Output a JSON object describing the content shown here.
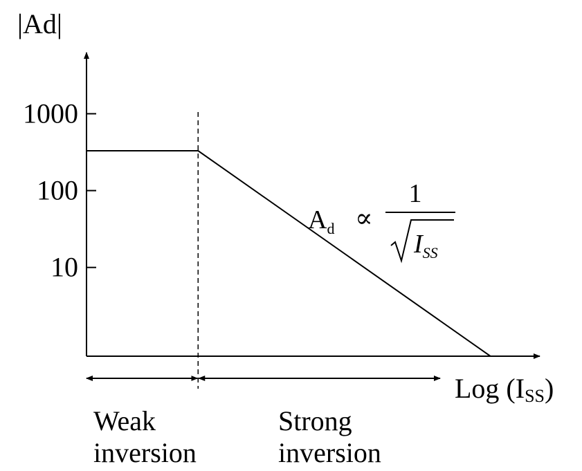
{
  "chart_data": {
    "type": "line",
    "ylabel": "|Ad|",
    "xlabel": "Log (I",
    "xlabel_sub": "SS",
    "xlabel_close": ")",
    "y_ticks": [
      {
        "value": 10,
        "label": "10"
      },
      {
        "value": 100,
        "label": "100"
      },
      {
        "value": 1000,
        "label": "1000"
      }
    ],
    "regions": [
      {
        "line1": "Weak",
        "line2": "inversion"
      },
      {
        "line1": "Strong",
        "line2": "inversion"
      }
    ],
    "formula": {
      "lhs": "A",
      "lhs_sub": "d",
      "relation": "∝",
      "numerator": "1",
      "denominator": "I",
      "denominator_sub": "SS"
    },
    "series": [
      {
        "x": [
          0,
          1,
          3.62
        ],
        "y": [
          330,
          330,
          0.7
        ]
      }
    ],
    "xlim": [
      0,
      4.0
    ],
    "y_scale": "log",
    "ylim": [
      0.7,
      6000
    ],
    "boundary_x": 1,
    "colors": {
      "line": "#000000",
      "background": "#ffffff"
    }
  }
}
